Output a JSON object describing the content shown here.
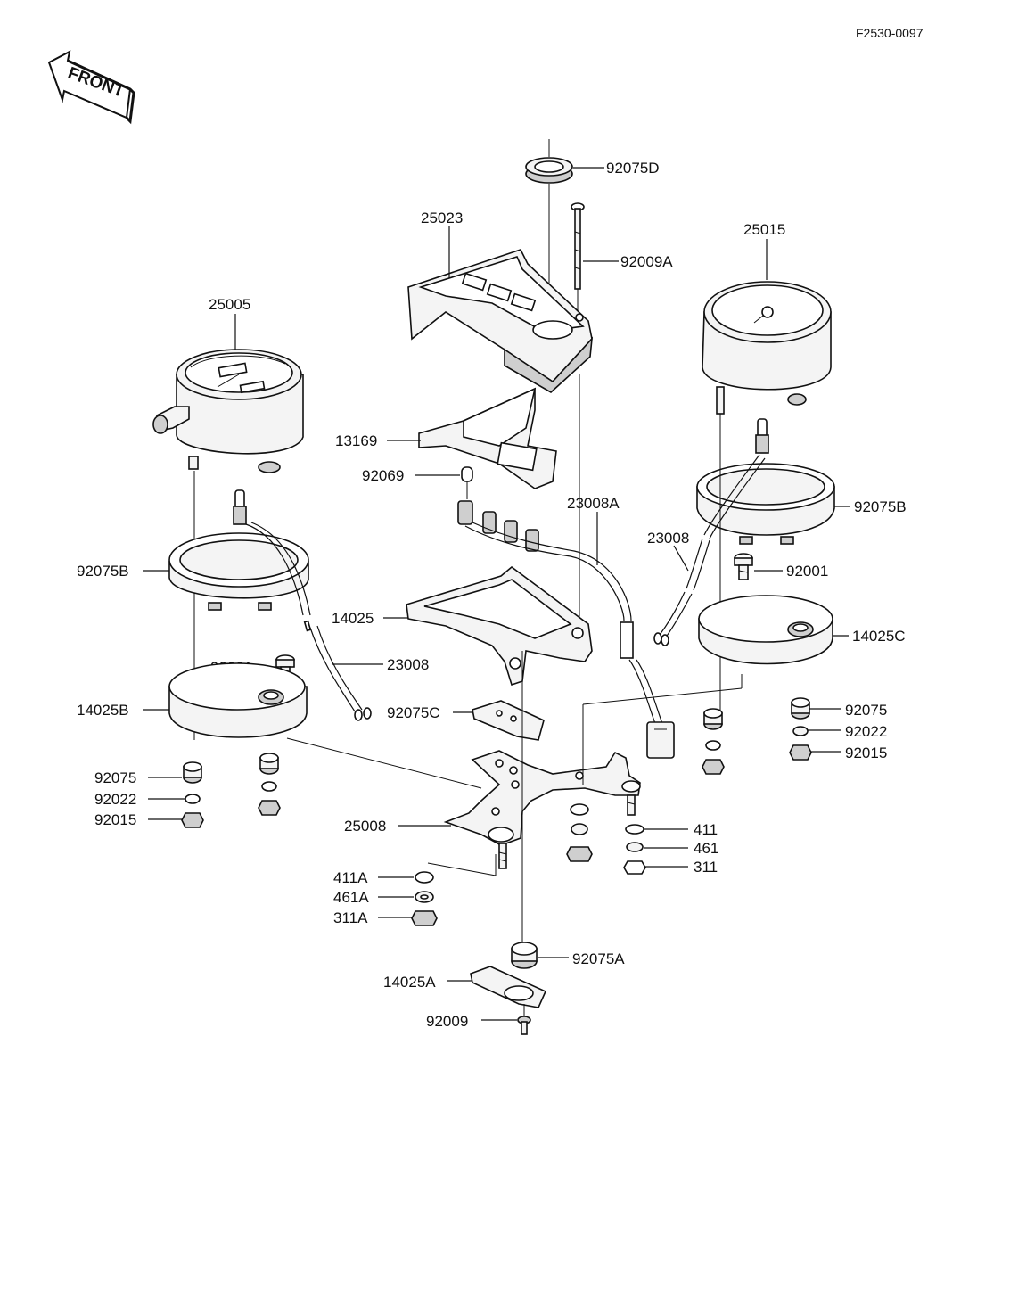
{
  "drawing_code": "F2530-0097",
  "direction_label": "FRONT",
  "parts": {
    "p92075D": "92075D",
    "p25023": "25023",
    "p92009A": "92009A",
    "p25015": "25015",
    "p25005": "25005",
    "p13169": "13169",
    "p92069": "92069",
    "p23008A": "23008A",
    "p92075B_r": "92075B",
    "p23008_r": "23008",
    "p92001_r": "92001",
    "p92075B_l": "92075B",
    "p14025": "14025",
    "p14025C": "14025C",
    "p92001_l": "92001",
    "p23008_l": "23008",
    "p92075_r": "92075",
    "p92022_r": "92022",
    "p92015_r": "92015",
    "p14025B": "14025B",
    "p92075C": "92075C",
    "p92075_l": "92075",
    "p92022_l": "92022",
    "p92015_l": "92015",
    "p411": "411",
    "p461": "461",
    "p311": "311",
    "p25008": "25008",
    "p411A": "411A",
    "p461A": "461A",
    "p311A": "311A",
    "p92075A": "92075A",
    "p14025A": "14025A",
    "p92009": "92009"
  }
}
